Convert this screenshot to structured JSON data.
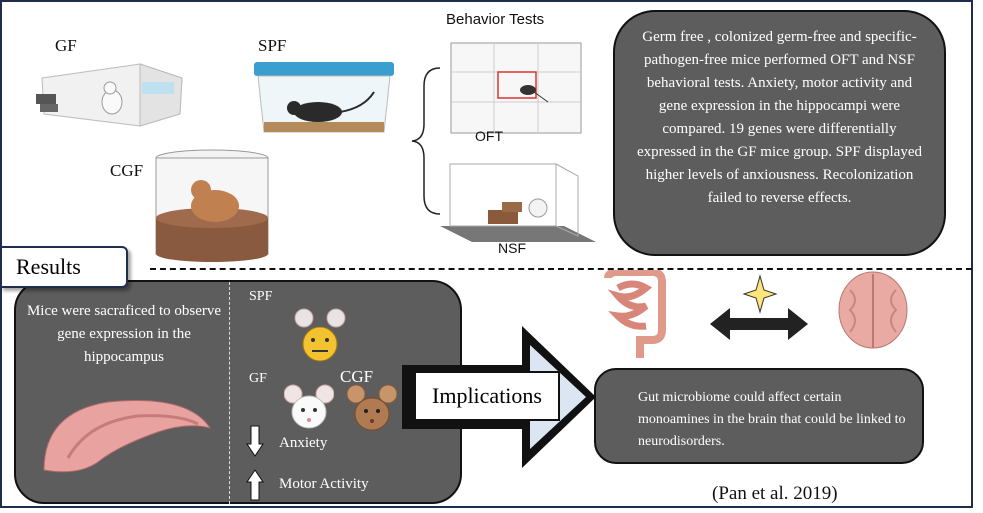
{
  "labels": {
    "gf": "GF",
    "spf": "SPF",
    "cgf": "CGF",
    "behavior_tests": "Behavior Tests",
    "oft": "OFT",
    "nsf": "NSF"
  },
  "summary": "Germ free , colonized germ-free and specific-pathogen-free mice performed OFT and NSF behavioral tests. Anxiety, motor activity  and gene expression in the hippocampi were compared. 19 genes were differentially expressed in the GF mice group. SPF displayed higher levels of anxiousness. Recolonization failed to reverse effects.",
  "results": {
    "tab": "Results",
    "mice_text": "Mice were sacraficed to observe gene expression in the hippocampus",
    "spf": "SPF",
    "gf": "GF",
    "cgf": "CGF",
    "anxiety": "Anxiety",
    "motor": "Motor Activity"
  },
  "implications": {
    "label": "Implications",
    "text": "Gut microbiome could affect certain monoamines in the brain that could be linked to neurodisorders."
  },
  "citation": "(Pan et al. 2019)",
  "colors": {
    "panel": "#5d5d5d",
    "arrow_fill": "#dce6f3",
    "frame": "#1f2d4e"
  }
}
